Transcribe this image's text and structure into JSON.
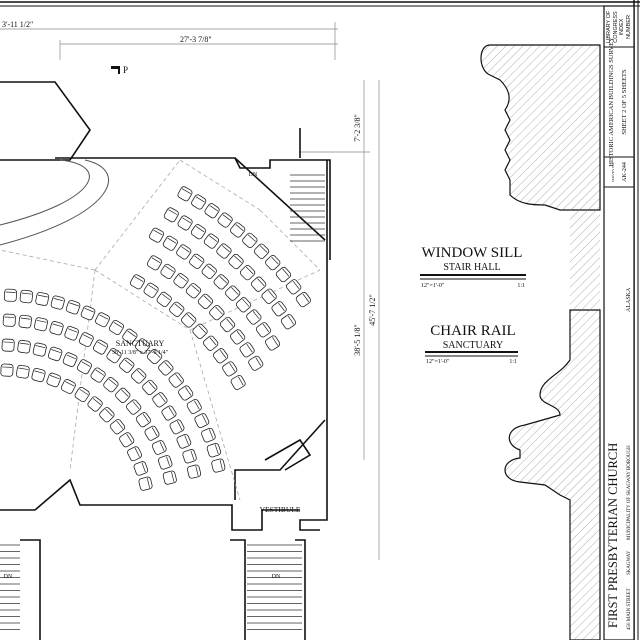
{
  "dimensions": {
    "top_overall": "3'-11 1/2\"",
    "top_inner": "27'-3 7/8\"",
    "right_upper": "7'-2 3/8\"",
    "right_lower": "38'-5 1/8\"",
    "right_overall": "45'-7 1/2\""
  },
  "plan": {
    "section_marker": "P",
    "sanctuary_label": "SANCTUARY",
    "sanctuary_size": "36'-11 3/8\" x 37'-0 1/4\"",
    "vestibule_label": "VESTIBULE",
    "stair_dn_1": "DN",
    "stair_dn_2": "DN",
    "stair_dn_3": "DN"
  },
  "details": [
    {
      "title": "WINDOW SILL",
      "subtitle": "STAIR HALL",
      "scale": "12\"=1'-0\"",
      "ratio": "1:1"
    },
    {
      "title": "CHAIR RAIL",
      "subtitle": "SANCTUARY",
      "scale": "12\"=1'-0\"",
      "ratio": "1:1"
    }
  ],
  "title_block": {
    "library_label": "LIBRARY OF CONGRESS INDEX NUMBER",
    "survey_name": "HISTORIC AMERICAN BUILDINGS SURVEY",
    "sheet": "SHEET 2 OF 5 SHEETS",
    "survey_no_label": "SURVEY NO.",
    "survey_no": "AK-244",
    "state": "ALASKA",
    "building": "FIRST PRESBYTERIAN CHURCH",
    "address": "450 MAIN STREET",
    "city": "SKAGWAY",
    "municipality": "MUNICIPALITY OF SKAGWAY BOROUGH"
  },
  "colors": {
    "line": "#111111",
    "dim": "#888888",
    "dashed": "#aaaaaa"
  }
}
